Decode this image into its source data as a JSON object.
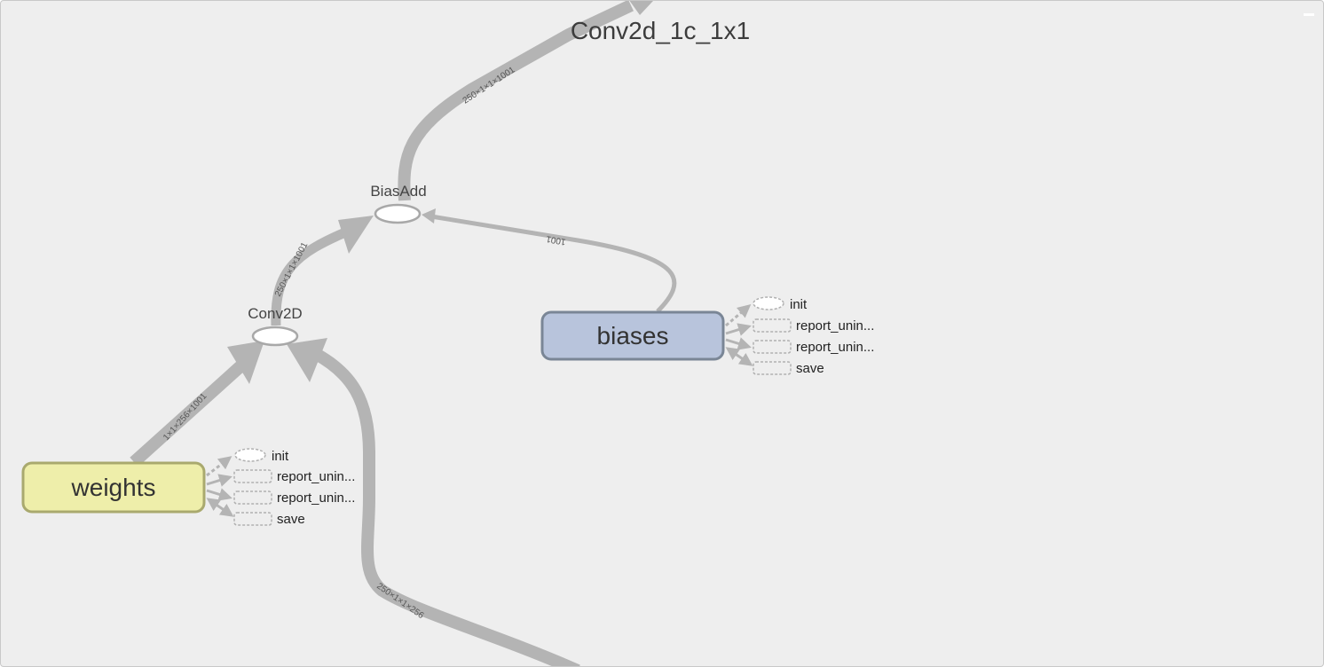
{
  "group": {
    "title": "Conv2d_1c_1x1",
    "collapse_icon": "minus-icon"
  },
  "ops": {
    "biasadd": "BiasAdd",
    "conv2d": "Conv2D"
  },
  "variables": {
    "weights": {
      "label": "weights",
      "color": "#eeeeaa",
      "aux": [
        "init",
        "report_unin...",
        "report_unin...",
        "save"
      ]
    },
    "biases": {
      "label": "biases",
      "color": "#b8c4dc",
      "aux": [
        "init",
        "report_unin...",
        "report_unin...",
        "save"
      ]
    }
  },
  "edges": {
    "biasadd_out": "250×1×1×1001",
    "conv_to_biasadd": "250×1×1×1001",
    "biases_to_biasadd": "1001",
    "weights_to_conv": "1×1×256×1001",
    "input_to_conv": "250×1×1×256"
  },
  "colors": {
    "background": "#eeeeee",
    "edge": "#b4b4b4"
  }
}
